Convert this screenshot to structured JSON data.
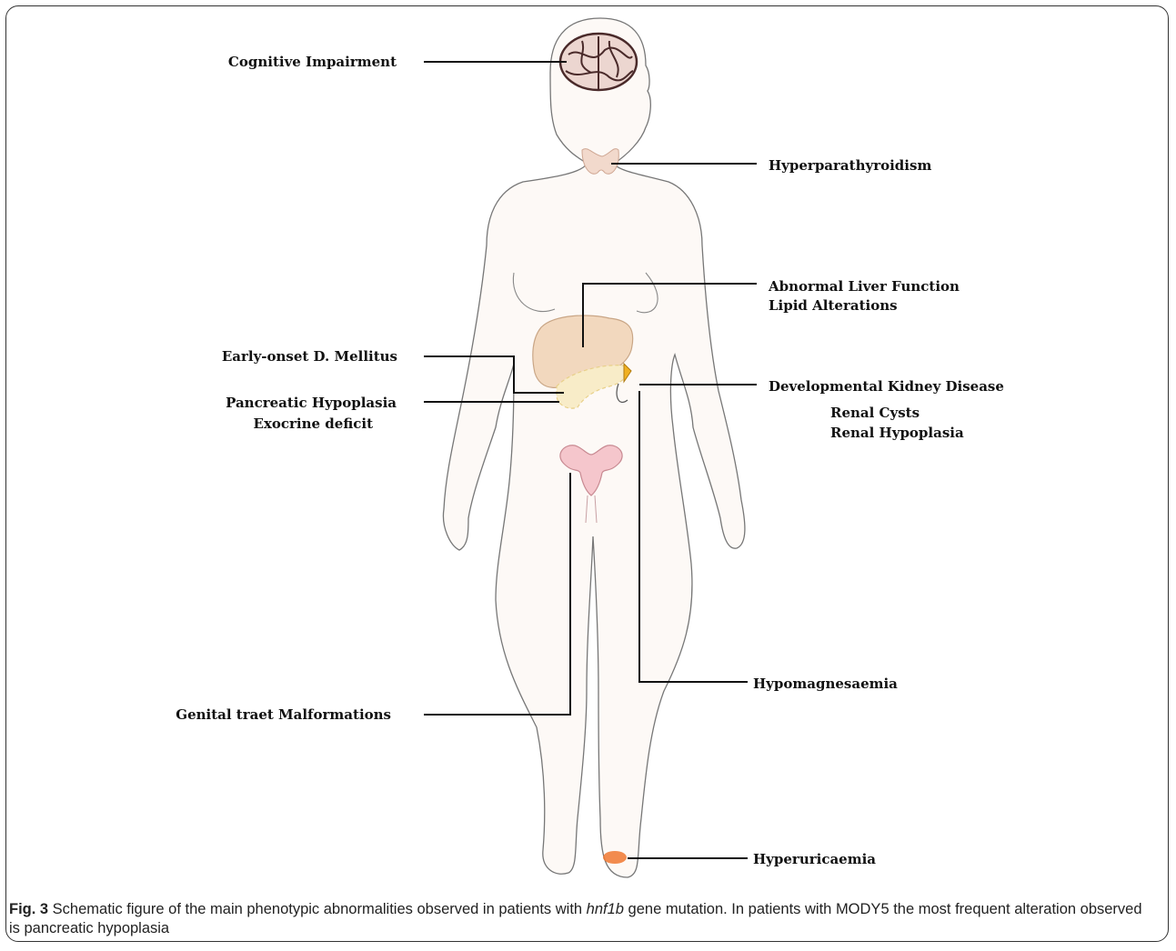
{
  "labels": {
    "cognitive": "Cognitive Impairment",
    "hyperparathyroidism": "Hyperparathyroidism",
    "liver_1": "Abnormal Liver Function",
    "liver_2": "Lipid Alterations",
    "diabetes": "Early-onset D. Mellitus",
    "pancreas_1": "Pancreatic Hypoplasia",
    "pancreas_2": "Exocrine deficit",
    "kidney_1": "Developmental Kidney Disease",
    "kidney_2": "Renal Cysts",
    "kidney_3": "Renal Hypoplasia",
    "hypomagnesaemia": "Hypomagnesaemia",
    "genital": "Genital traet Malformations",
    "hyperuricaemia": "Hyperuricaemia"
  },
  "caption": {
    "fig_label": "Fig. 3",
    "text_before": " Schematic figure of the main phenotypic abnormalities observed in patients with ",
    "gene": "hnf1b",
    "text_after": " gene mutation. In patients with MODY5 the most frequent alteration observed is pancreatic hypoplasia"
  },
  "colors": {
    "body_fill": "#fdf9f6",
    "outline": "#666666",
    "liver": "#f2d8be",
    "pancreas": "#f8ecc8",
    "thyroid": "#f2d9cc",
    "uterus": "#f5c6cc",
    "kidney_accent": "#f0b020",
    "gout": "#f07830"
  }
}
